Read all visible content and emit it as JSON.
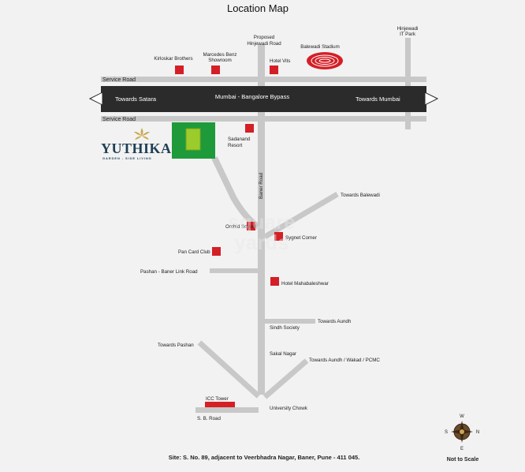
{
  "title": "Location Map",
  "highway": {
    "name": "Mumbai - Bangalore Bypass",
    "west_label": "Towards Satara",
    "east_label": "Towards Mumbai"
  },
  "service_road_top": "Service Road",
  "service_road_bottom": "Service Road",
  "proposed_road": [
    "Proposed",
    "Hinjewadi Road"
  ],
  "hinjewadi_it_park": [
    "Hinjewadi",
    "IT Park"
  ],
  "balewadi_stadium": "Balewadi Stadium",
  "landmarks": {
    "kirloskar": "Kirloskar Brothers",
    "mercedes": [
      "Marcedes Benz",
      "Showroom"
    ],
    "hotel_vits": "Hotel Vits",
    "sadanand": [
      "Sadanand",
      "Resort"
    ],
    "orchid": "Orchid School",
    "symphony": "Sygnet Corner",
    "pan_card": "Pan Card Club",
    "mahabaleshwar": "Hotel Mahabaleshwar",
    "icc": "ICC Tower"
  },
  "roads": {
    "baner": "Baner Road",
    "towards_balewadi": "Towards Balewadi",
    "pashan_link": "Pashan - Baner Link Road",
    "sindh_society": "Sindh Society",
    "towards_aundh": "Towards Aundh",
    "towards_pashan": "Towards Pashan",
    "sakal_nagar": "Sakal Nagar",
    "towards_aundh_wakad": "Towards Aundh / Wakad / PCMC",
    "university_chowk": "University Chowk",
    "sb_road": "S. B. Road"
  },
  "project": {
    "name": "YUTHIKA",
    "tagline": "GARDEN - SIDE LIVING"
  },
  "watermark": [
    "square",
    "yards"
  ],
  "site_address": "Site: S. No. 89, adjacent to Veerbhadra Nagar, Baner, Pune - 411 045.",
  "compass": {
    "n": "N",
    "s": "S",
    "e": "E",
    "w": "W"
  },
  "scale_note": "Not to Scale",
  "colors": {
    "road": "#c8c8c8",
    "highway": "#2b2b2b",
    "landmark": "#d41f26",
    "project_plot": "#1e9a3a",
    "project_building": "#9ccc2c",
    "stadium": "#d41f26"
  }
}
